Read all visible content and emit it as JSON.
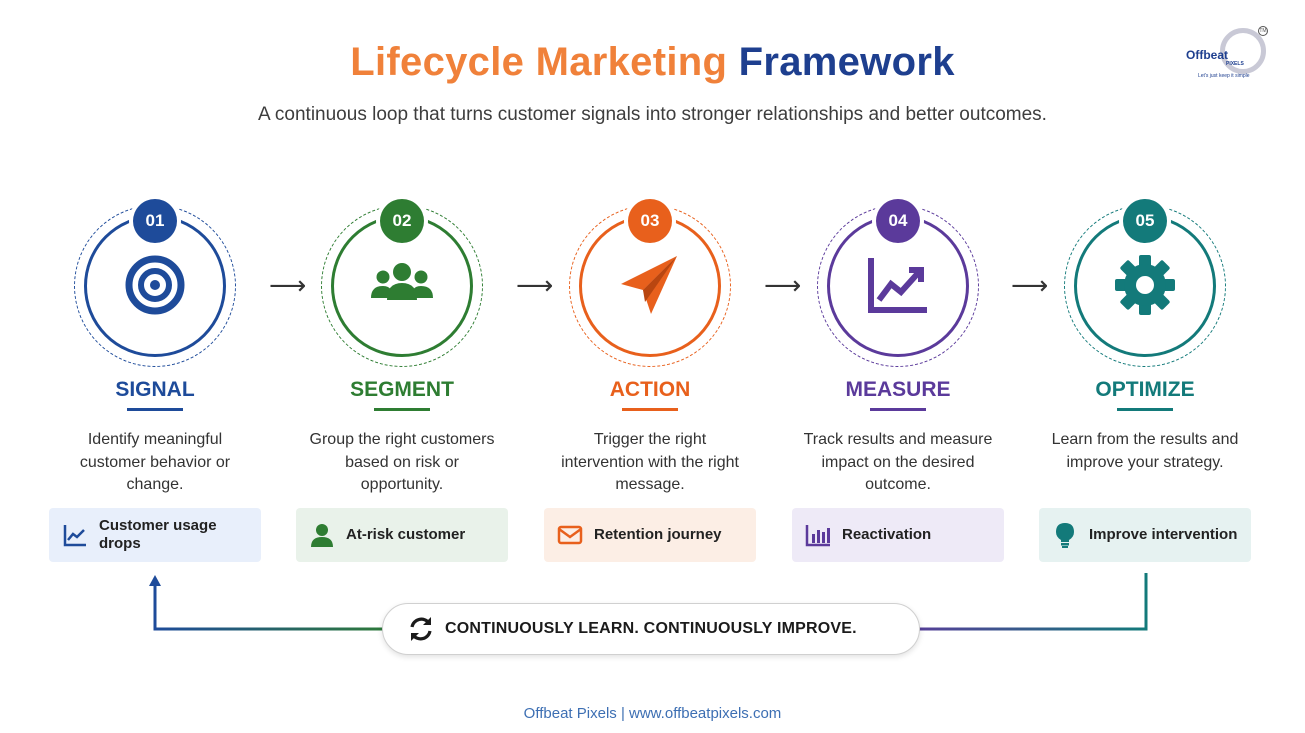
{
  "title": {
    "part1": "Lifecycle Marketing",
    "part2": "Framework"
  },
  "subtitle": "A continuous loop that turns customer signals into stronger relationships and better outcomes.",
  "logo": {
    "word": "Offbeat",
    "sub": "PIXELS",
    "tagline": "Let's just keep it simple",
    "tm": "TM"
  },
  "colors": {
    "signal": "#1E4B9A",
    "segment": "#2E7D32",
    "action": "#E8601C",
    "measure": "#5B3A9B",
    "optimize": "#137A7A",
    "title_orange": "#F0813A",
    "title_blue": "#1E3F8F"
  },
  "steps": [
    {
      "number": "01",
      "label": "SIGNAL",
      "icon": "target-icon",
      "description": "Identify meaningful customer behavior or change.",
      "tag": "Customer usage drops",
      "tag_icon": "trend-chart-icon"
    },
    {
      "number": "02",
      "label": "SEGMENT",
      "icon": "group-icon",
      "description": "Group the right customers based on risk or opportunity.",
      "tag": "At-risk customer",
      "tag_icon": "user-icon"
    },
    {
      "number": "03",
      "label": "ACTION",
      "icon": "paper-plane-icon",
      "description": "Trigger the right intervention with the right message.",
      "tag": "Retention journey",
      "tag_icon": "envelope-icon"
    },
    {
      "number": "04",
      "label": "MEASURE",
      "icon": "line-chart-icon",
      "description": "Track results and measure impact on the desired outcome.",
      "tag": "Reactivation",
      "tag_icon": "bar-chart-icon"
    },
    {
      "number": "05",
      "label": "OPTIMIZE",
      "icon": "gear-icon",
      "description": "Learn from the results and improve your strategy.",
      "tag": "Improve intervention",
      "tag_icon": "lightbulb-icon"
    }
  ],
  "banner": {
    "text": "CONTINUOUSLY LEARN. CONTINUOUSLY IMPROVE.",
    "icon": "refresh-icon"
  },
  "footer": "Offbeat Pixels | www.offbeatpixels.com"
}
